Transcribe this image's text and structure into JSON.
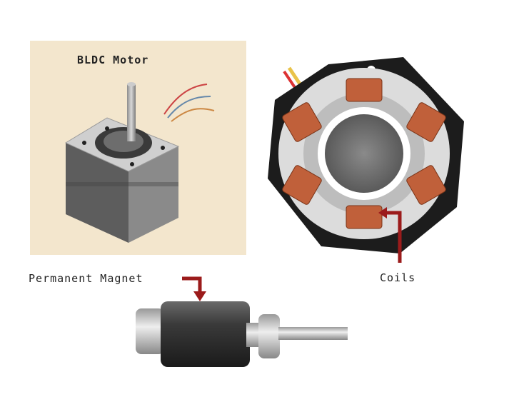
{
  "labels": {
    "title": "BLDC Motor",
    "permanent_magnet": "Permanent Magnet",
    "coils": "Coils"
  },
  "colors": {
    "panel": "#f3e6cd",
    "arrow": "#9b1b1b",
    "coil": "#c0603a",
    "housing": "#1c1c1c"
  }
}
